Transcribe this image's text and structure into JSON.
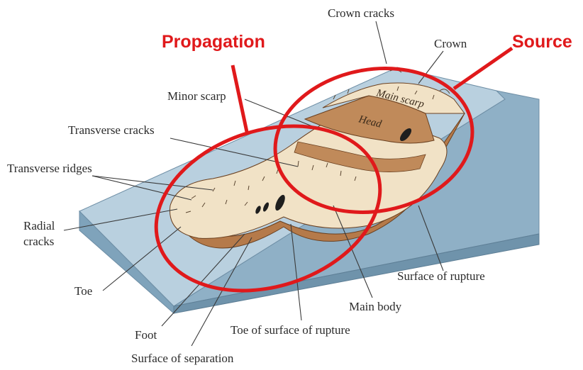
{
  "labels": {
    "crown_cracks": "Crown cracks",
    "crown": "Crown",
    "minor_scarp": "Minor scarp",
    "transverse_cracks": "Transverse cracks",
    "transverse_ridges": "Transverse ridges",
    "radial_cracks_1": "Radial",
    "radial_cracks_2": "cracks",
    "toe": "Toe",
    "foot": "Foot",
    "surface_of_separation": "Surface of separation",
    "toe_of_surface_of_rupture": "Toe of surface of rupture",
    "main_body": "Main body",
    "surface_of_rupture": "Surface of rupture",
    "main_scarp": "Main scarp",
    "head": "Head"
  },
  "zones": {
    "propagation": "Propagation",
    "source": "Source"
  },
  "colors": {
    "zone_red": "#e0191b",
    "slope_top": "#b9d0df",
    "slope_side": "#7fa3bb",
    "slide_light": "#f1e2c6",
    "slide_dark": "#b57a4a",
    "head_brown": "#c08a5a"
  }
}
